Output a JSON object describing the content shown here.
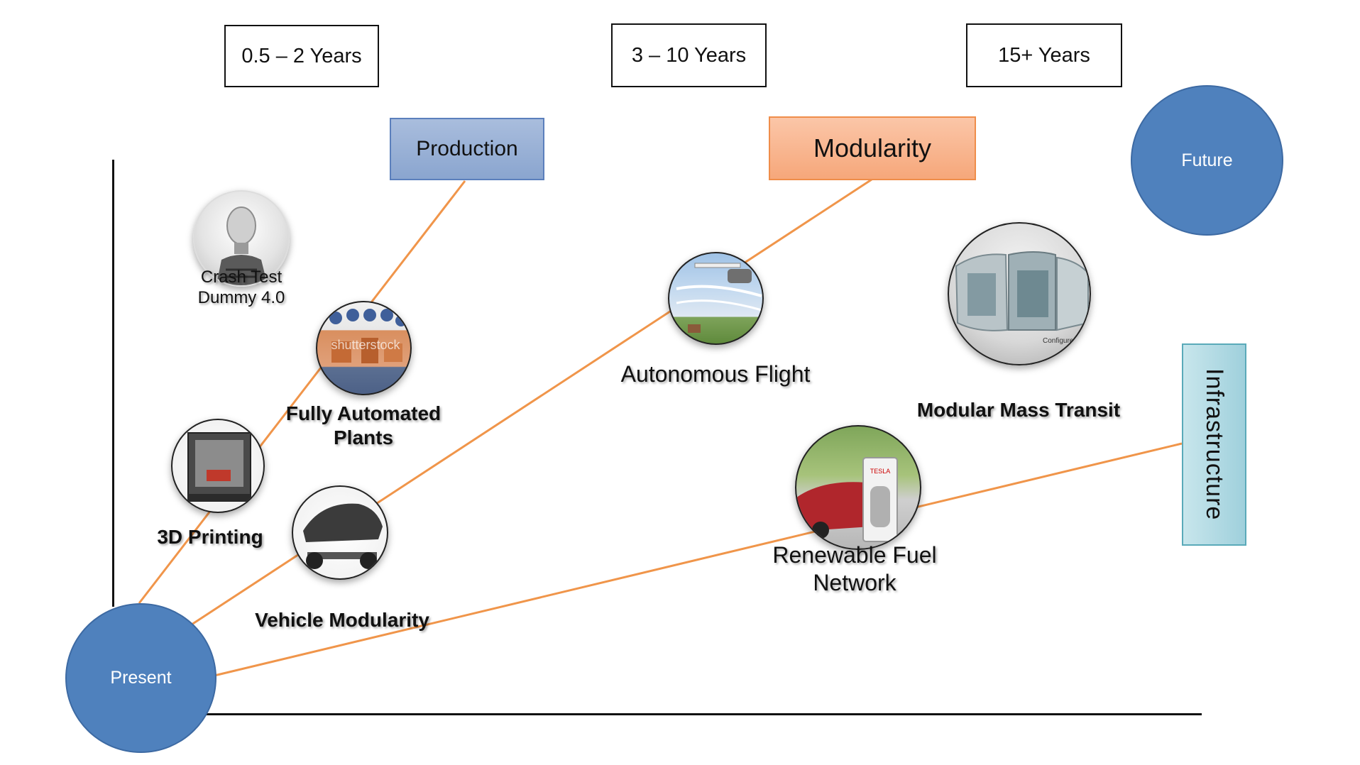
{
  "timeframes": {
    "short": "0.5 – 2 Years",
    "mid": "3 – 10 Years",
    "long": "15+ Years"
  },
  "categories": {
    "production": "Production",
    "modularity": "Modularity",
    "infrastructure": "Infrastructure"
  },
  "endpoints": {
    "present": "Present",
    "future": "Future"
  },
  "items": {
    "crash_test": "Crash Test\nDummy 4.0",
    "automated_plants": "Fully Automated\nPlants",
    "printing_3d": "3D Printing",
    "vehicle_modularity": "Vehicle Modularity",
    "autonomous_flight": "Autonomous Flight",
    "mass_transit": "Modular Mass Transit",
    "renewable_fuel": "Renewable Fuel\nNetwork"
  },
  "photo_watermarks": {
    "automated_plants": "shutterstock",
    "fuel_sign": "TESLA",
    "transit_caption": "Configure"
  },
  "colors": {
    "connector": "#f0954a",
    "circle": "#4f81bd",
    "production": "#8aa5cf",
    "modularity": "#f6a77a",
    "infrastructure": "#9fd0dc"
  }
}
